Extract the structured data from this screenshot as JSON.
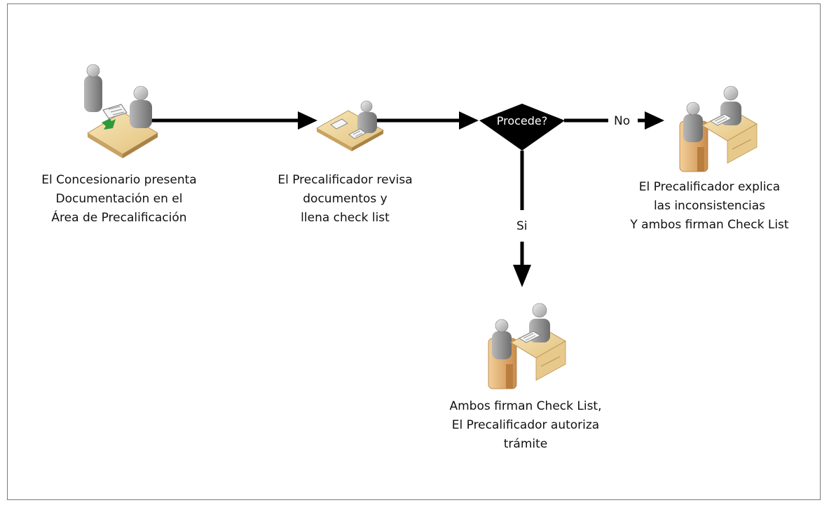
{
  "nodes": {
    "step1": {
      "lines": [
        "El Concesionario presenta",
        "Documentación en el",
        "Área de Precalificación"
      ]
    },
    "step2": {
      "lines": [
        "El Precalificador revisa",
        "documentos y",
        "llena check list"
      ]
    },
    "decision": {
      "label": "Procede?"
    },
    "step_no": {
      "lines": [
        "El Precalificador explica",
        "las inconsistencias",
        "Y ambos firman Check List"
      ]
    },
    "step_si": {
      "lines": [
        "Ambos firman Check List,",
        "El Precalificador autoriza",
        "trámite"
      ]
    }
  },
  "edges": {
    "no_label": "No",
    "si_label": "Si"
  },
  "colors": {
    "arrow": "#000000",
    "diamond": "#000000",
    "diamond_text": "#ffffff",
    "desk": "#efd59a",
    "person": "#8c8c8c",
    "chair": "#e6b77a"
  },
  "icons": {
    "step1": "handover-documents-icon",
    "step2": "review-documents-icon",
    "step_no": "meeting-sign-icon",
    "step_si": "meeting-sign-icon"
  }
}
